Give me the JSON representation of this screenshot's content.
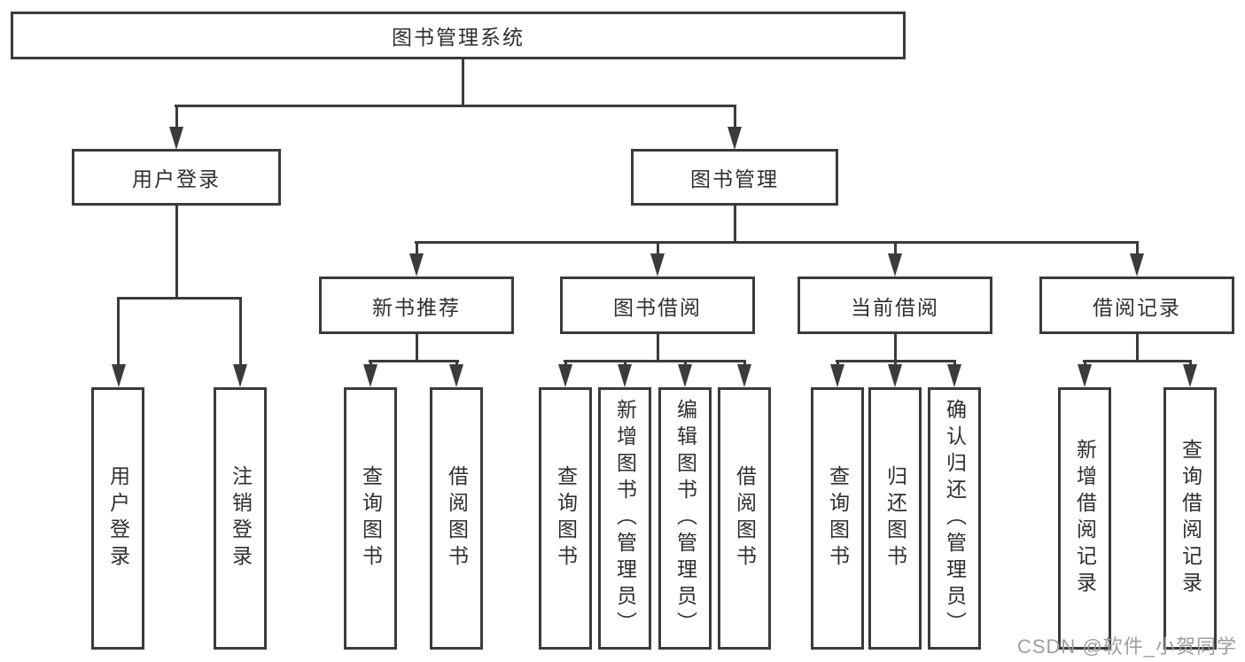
{
  "diagram": {
    "root": "图书管理系统",
    "level1": {
      "user_login": "用户登录",
      "book_mgmt": "图书管理"
    },
    "level2": {
      "new_book": "新书推荐",
      "book_borrow": "图书借阅",
      "current_borrow": "当前借阅",
      "borrow_record": "借阅记录"
    },
    "leaves": {
      "user_login": "用户登录",
      "logout": "注销登录",
      "nb_query": "查询图书",
      "nb_borrow": "借阅图书",
      "bb_query": "查询图书",
      "bb_add": "新增图书（管理员）",
      "bb_edit": "编辑图书（管理员）",
      "bb_borrow": "借阅图书",
      "cb_query": "查询图书",
      "cb_return": "归还图书",
      "cb_confirm": "确认归还（管理员）",
      "br_add": "新增借阅记录",
      "br_query": "查询借阅记录"
    },
    "colors": {
      "line": "#3b3b3b",
      "text": "#2f2f2f",
      "watermark": "#9e9e9e",
      "background": "#ffffff"
    },
    "watermark": "CSDN @软件_小贺同学"
  }
}
